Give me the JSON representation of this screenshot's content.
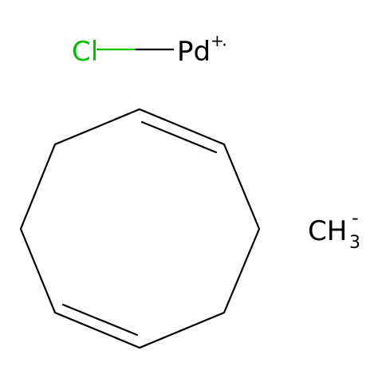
{
  "fragments": {
    "chloride": {
      "symbol": "Cl",
      "color": "#00c000"
    },
    "palladium": {
      "symbol": "Pd",
      "charge": "+",
      "radical": "·",
      "color": "#000000"
    },
    "methyl": {
      "symbol": "CH",
      "subscript": "3",
      "charge": "-",
      "color": "#000000"
    }
  },
  "bond_color": "#000000",
  "ring": {
    "name_hidden": true,
    "atoms": 8,
    "double_bonds": 2
  }
}
